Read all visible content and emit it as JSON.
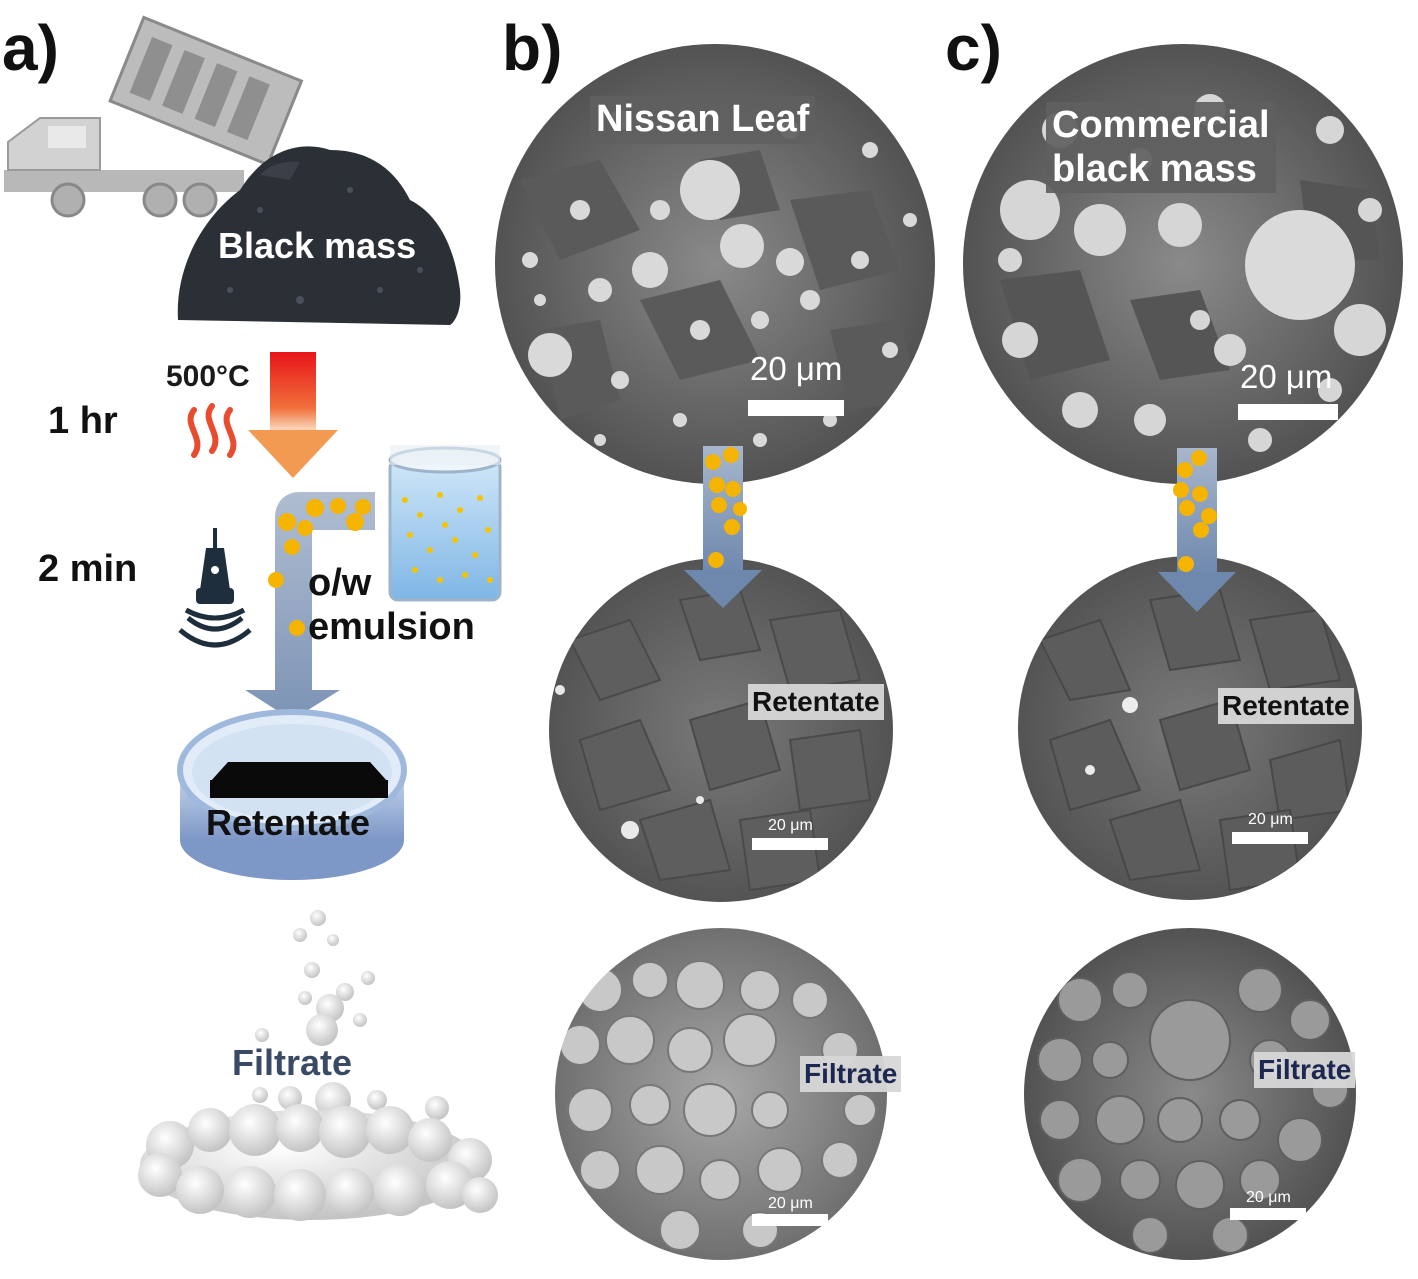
{
  "panels": {
    "a": "a)",
    "b": "b)",
    "c": "c)"
  },
  "panel_a": {
    "black_mass": "Black mass",
    "temperature": "500°C",
    "heat_time": "1 hr",
    "sonication_time": "2 min",
    "emulsion_line1": "o/w",
    "emulsion_line2": "emulsion",
    "retentate": "Retentate",
    "filtrate": "Filtrate"
  },
  "panel_b": {
    "title": "Nissan Leaf",
    "scale_top": "20 μm",
    "retentate": "Retentate",
    "scale_mid": "20 μm",
    "filtrate": "Filtrate",
    "scale_bottom": "20 μm"
  },
  "panel_c": {
    "title_line1": "Commercial",
    "title_line2": "black mass",
    "scale_top": "20 μm",
    "retentate": "Retentate",
    "scale_mid": "20 μm",
    "filtrate": "Filtrate",
    "scale_bottom": "20 μm"
  },
  "colors": {
    "heat_arrow_top": "#e8141a",
    "heat_arrow_bottom": "#f5a040",
    "flow_arrow": "#8da3c4",
    "droplet": "#f5b400",
    "sem_gray": "#6b6b6b",
    "black_mass": "#2b2f36"
  },
  "icons": [
    "dump-truck-icon",
    "heat-waves-icon",
    "sonicator-probe-icon",
    "beaker-icon",
    "sieve-icon"
  ]
}
